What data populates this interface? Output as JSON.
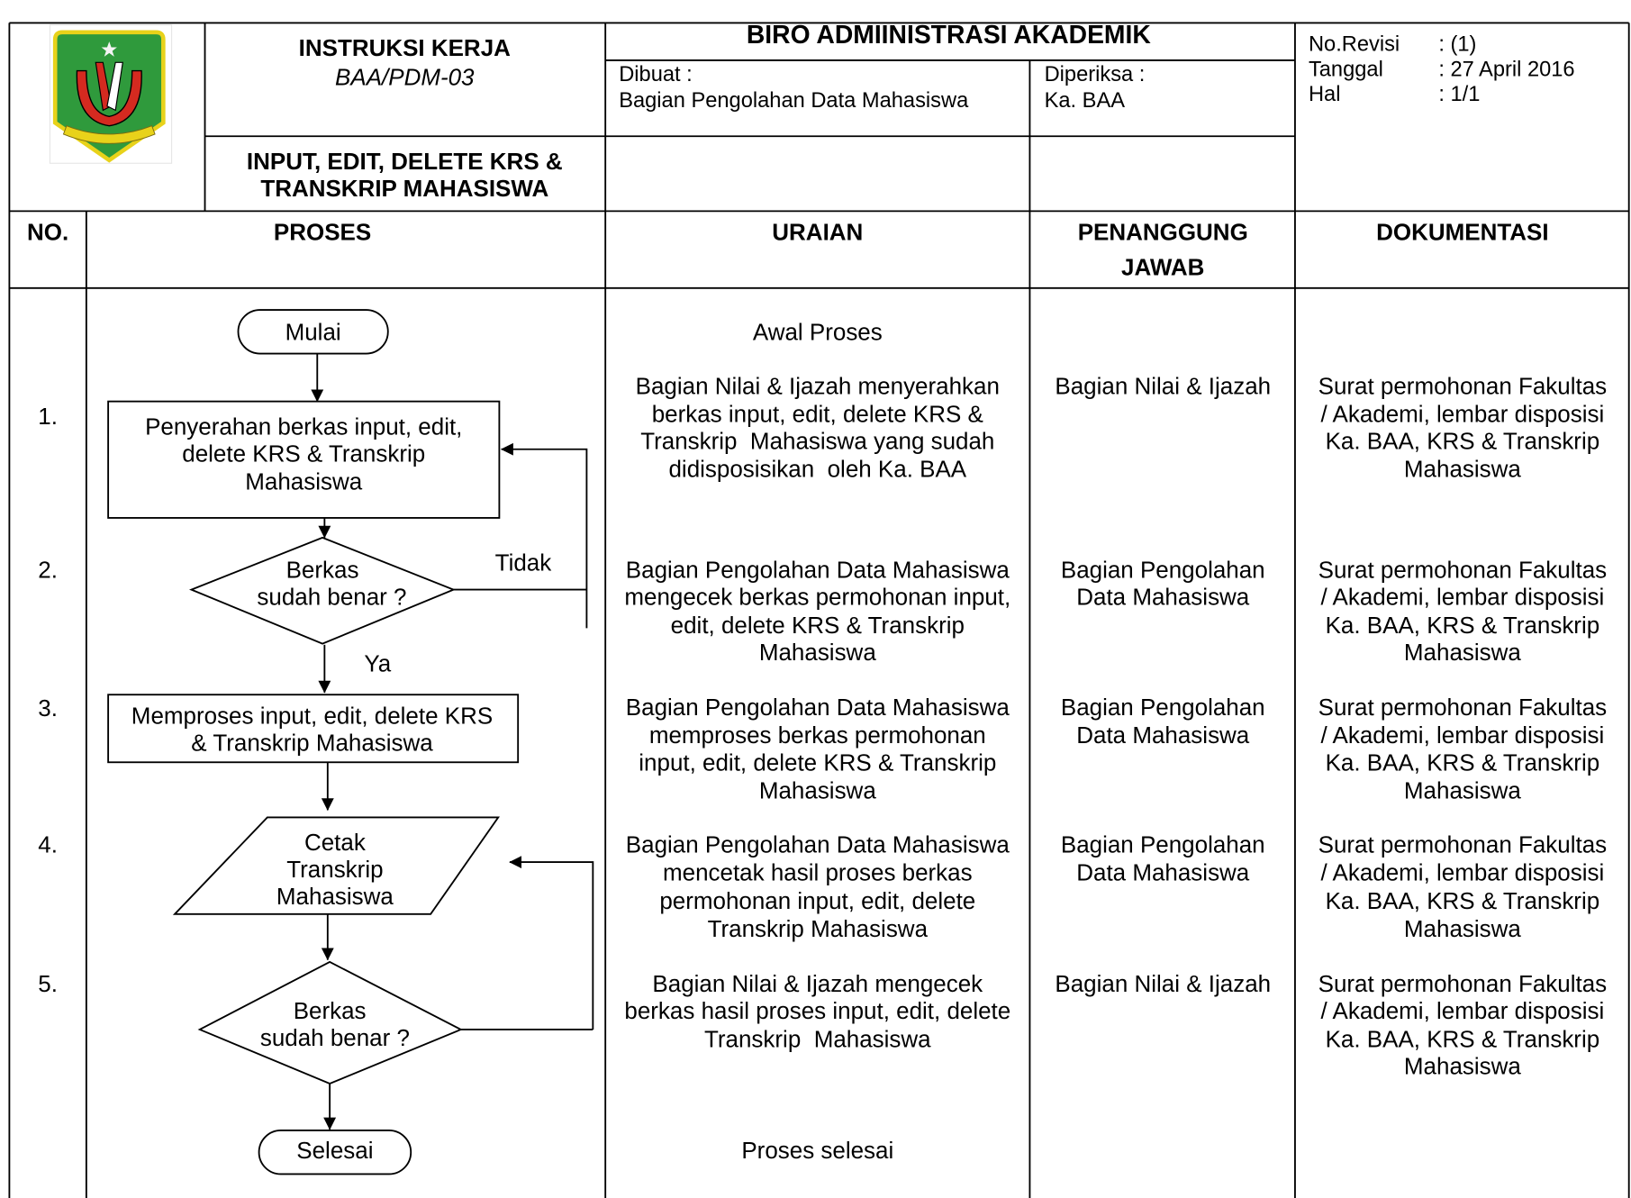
{
  "header": {
    "doc_type": "INSTRUKSI KERJA",
    "doc_code": "BAA/PDM-03",
    "doc_title_lines": [
      "INPUT, EDIT, DELETE KRS &",
      "TRANSKRIP MAHASISWA"
    ],
    "bureau": "BIRO ADMIINISTRASI AKADEMIK",
    "made_by_label": "Dibuat :",
    "made_by": "Bagian Pengolahan Data Mahasiswa",
    "checked_by_label": "Diperiksa :",
    "checked_by": "Ka. BAA",
    "meta": [
      {
        "label": "No.Revisi",
        "value": ": (1)"
      },
      {
        "label": "Tanggal",
        "value": ": 27 April 2016"
      },
      {
        "label": "Hal",
        "value": ": 1/1"
      }
    ]
  },
  "columns": {
    "no": "NO.",
    "proses": "PROSES",
    "uraian": "URAIAN",
    "pj_lines": [
      "PENANGGUNG",
      "JAWAB"
    ],
    "dokumentasi": "DOKUMENTASI"
  },
  "start": {
    "label": "Mulai",
    "uraian": "Awal Proses"
  },
  "end": {
    "label": "Selesai",
    "uraian": "Proses selesai"
  },
  "rows": [
    {
      "no": "1.",
      "uraian": [
        "Bagian Nilai & Ijazah menyerahkan",
        "berkas input, edit, delete KRS &",
        "Transkrip  Mahasiswa yang sudah",
        "didisposisikan  oleh Ka. BAA"
      ],
      "pj": [
        "Bagian Nilai & Ijazah"
      ],
      "dokumentasi": [
        "Surat permohonan Fakultas",
        "/ Akademi, lembar disposisi",
        "Ka. BAA, KRS & Transkrip",
        "Mahasiswa"
      ]
    },
    {
      "no": "2.",
      "uraian": [
        "Bagian Pengolahan Data Mahasiswa",
        "mengecek berkas permohonan input,",
        "edit, delete KRS & Transkrip",
        "Mahasiswa"
      ],
      "pj": [
        "Bagian Pengolahan",
        "Data Mahasiswa"
      ],
      "dokumentasi": [
        "Surat permohonan Fakultas",
        "/ Akademi, lembar disposisi",
        "Ka. BAA, KRS & Transkrip",
        "Mahasiswa"
      ]
    },
    {
      "no": "3.",
      "uraian": [
        "Bagian Pengolahan Data Mahasiswa",
        "memproses berkas permohonan",
        "input, edit, delete KRS & Transkrip",
        "Mahasiswa"
      ],
      "pj": [
        "Bagian Pengolahan",
        "Data Mahasiswa"
      ],
      "dokumentasi": [
        "Surat permohonan Fakultas",
        "/ Akademi, lembar disposisi",
        "Ka. BAA, KRS & Transkrip",
        "Mahasiswa"
      ]
    },
    {
      "no": "4.",
      "uraian": [
        "Bagian Pengolahan Data Mahasiswa",
        "mencetak hasil proses berkas",
        "permohonan input, edit, delete",
        "Transkrip Mahasiswa"
      ],
      "pj": [
        "Bagian Pengolahan",
        "Data Mahasiswa"
      ],
      "dokumentasi": [
        "Surat permohonan Fakultas",
        "/ Akademi, lembar disposisi",
        "Ka. BAA, KRS & Transkrip",
        "Mahasiswa"
      ]
    },
    {
      "no": "5.",
      "uraian": [
        "Bagian Nilai & Ijazah mengecek",
        "berkas hasil proses input, edit, delete",
        "Transkrip  Mahasiswa"
      ],
      "pj": [
        "Bagian Nilai & Ijazah"
      ],
      "dokumentasi": [
        "Surat permohonan Fakultas",
        "/ Akademi, lembar disposisi",
        "Ka. BAA, KRS & Transkrip",
        "Mahasiswa"
      ]
    }
  ],
  "flowchart": {
    "step1": [
      "Penyerahan berkas input, edit,",
      "delete KRS & Transkrip",
      "Mahasiswa"
    ],
    "decision1": [
      "Berkas",
      "sudah benar ?"
    ],
    "no_label": "Tidak",
    "yes_label": "Ya",
    "step3": [
      "Memproses input, edit, delete KRS",
      "& Transkrip Mahasiswa"
    ],
    "print": [
      "Cetak",
      "Transkrip",
      "Mahasiswa"
    ],
    "decision2": [
      "Berkas",
      "sudah benar ?"
    ]
  },
  "colors": {
    "logo_green": "#2f9a3c",
    "logo_yellow": "#e8d21a",
    "logo_red": "#d42a20"
  }
}
